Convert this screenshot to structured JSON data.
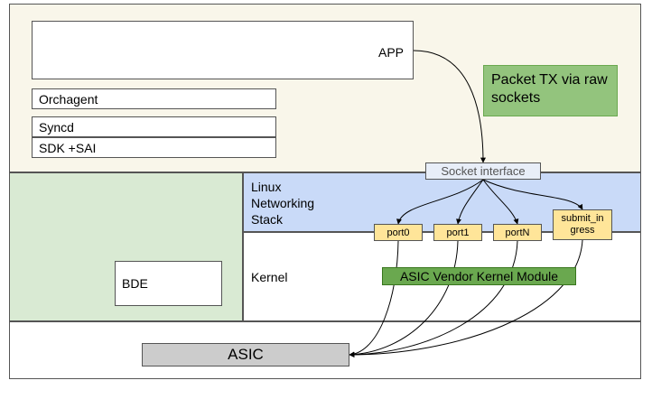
{
  "diagram": {
    "app_label": "APP",
    "orchagent_label": "Orchagent",
    "syncd_label": "Syncd",
    "sdk_label": "SDK +SAI",
    "note_label": "Packet TX via raw sockets",
    "socket_interface_label": "Socket interface",
    "linux_stack_lines": [
      "Linux",
      "Networking",
      "Stack"
    ],
    "kernel_label": "Kernel",
    "bde_label": "BDE",
    "ports": [
      {
        "label": "port0"
      },
      {
        "label": "port1"
      },
      {
        "label": "portN"
      },
      {
        "label": "submit_in gress"
      }
    ],
    "vendor_module_label": "ASIC Vendor Kernel Module",
    "asic_label": "ASIC"
  }
}
